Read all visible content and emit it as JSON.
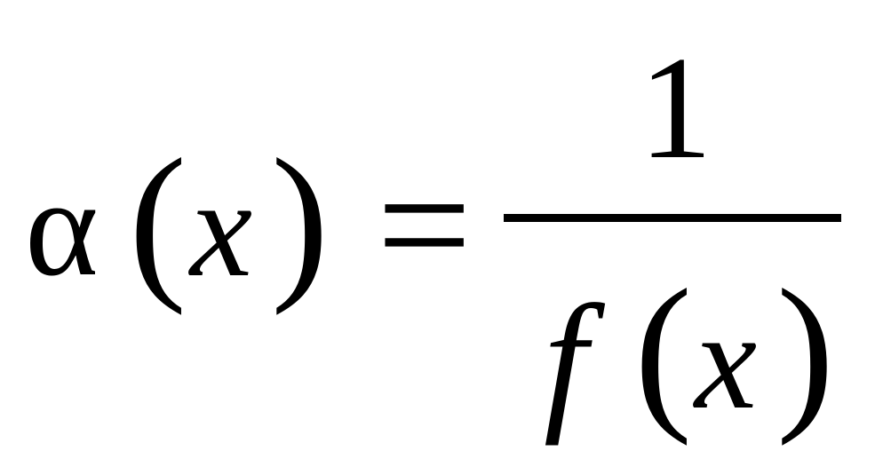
{
  "formula": {
    "lhs": {
      "function_symbol": "α",
      "open_paren": "(",
      "variable": "x",
      "close_paren": ")"
    },
    "relation": "=",
    "rhs": {
      "numerator": "1",
      "denominator": {
        "function_symbol": "f",
        "open_paren": "(",
        "variable": "x",
        "close_paren": ")"
      }
    }
  }
}
